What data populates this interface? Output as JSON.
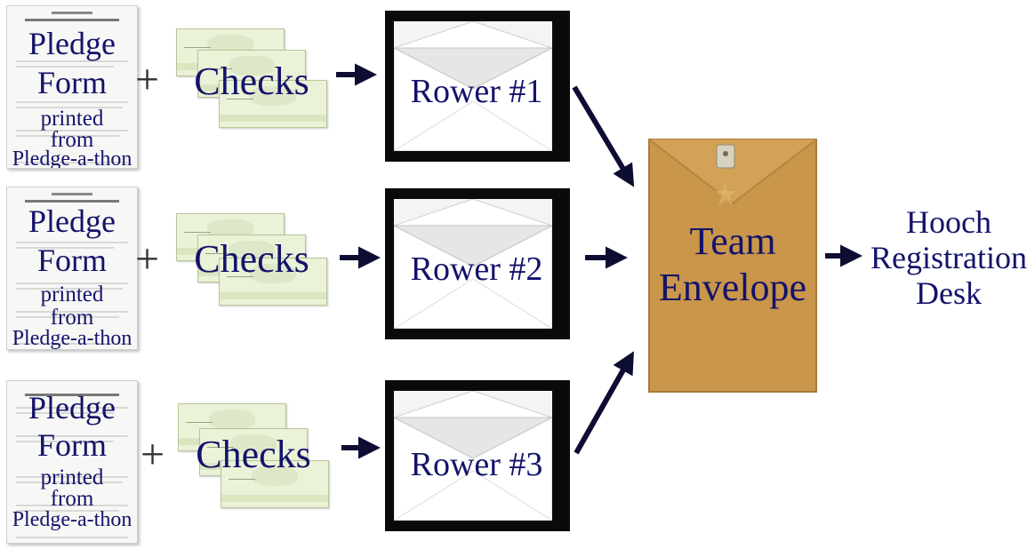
{
  "rows": [
    {
      "form": {
        "line1": "Pledge",
        "line2": "Form",
        "line3": "printed",
        "line4": "from",
        "line5": "Pledge-a-thon"
      },
      "checks_label": "Checks",
      "plus": "+",
      "rower_label": "Rower #1"
    },
    {
      "form": {
        "line1": "Pledge",
        "line2": "Form",
        "line3": "printed",
        "line4": "from",
        "line5": "Pledge-a-thon"
      },
      "checks_label": "Checks",
      "plus": "+",
      "rower_label": "Rower #2"
    },
    {
      "form": {
        "line1": "Pledge",
        "line2": "Form",
        "line3": "printed",
        "line4": "from",
        "line5": "Pledge-a-thon"
      },
      "checks_label": "Checks",
      "plus": "+",
      "rower_label": "Rower #3"
    }
  ],
  "team_envelope": {
    "line1": "Team",
    "line2": "Envelope"
  },
  "destination": {
    "line1": "Hooch",
    "line2": "Registration",
    "line3": "Desk"
  },
  "colors": {
    "text": "#13136b",
    "arrow": "#0d0d33",
    "envelope_kraft": "#c9964a"
  }
}
